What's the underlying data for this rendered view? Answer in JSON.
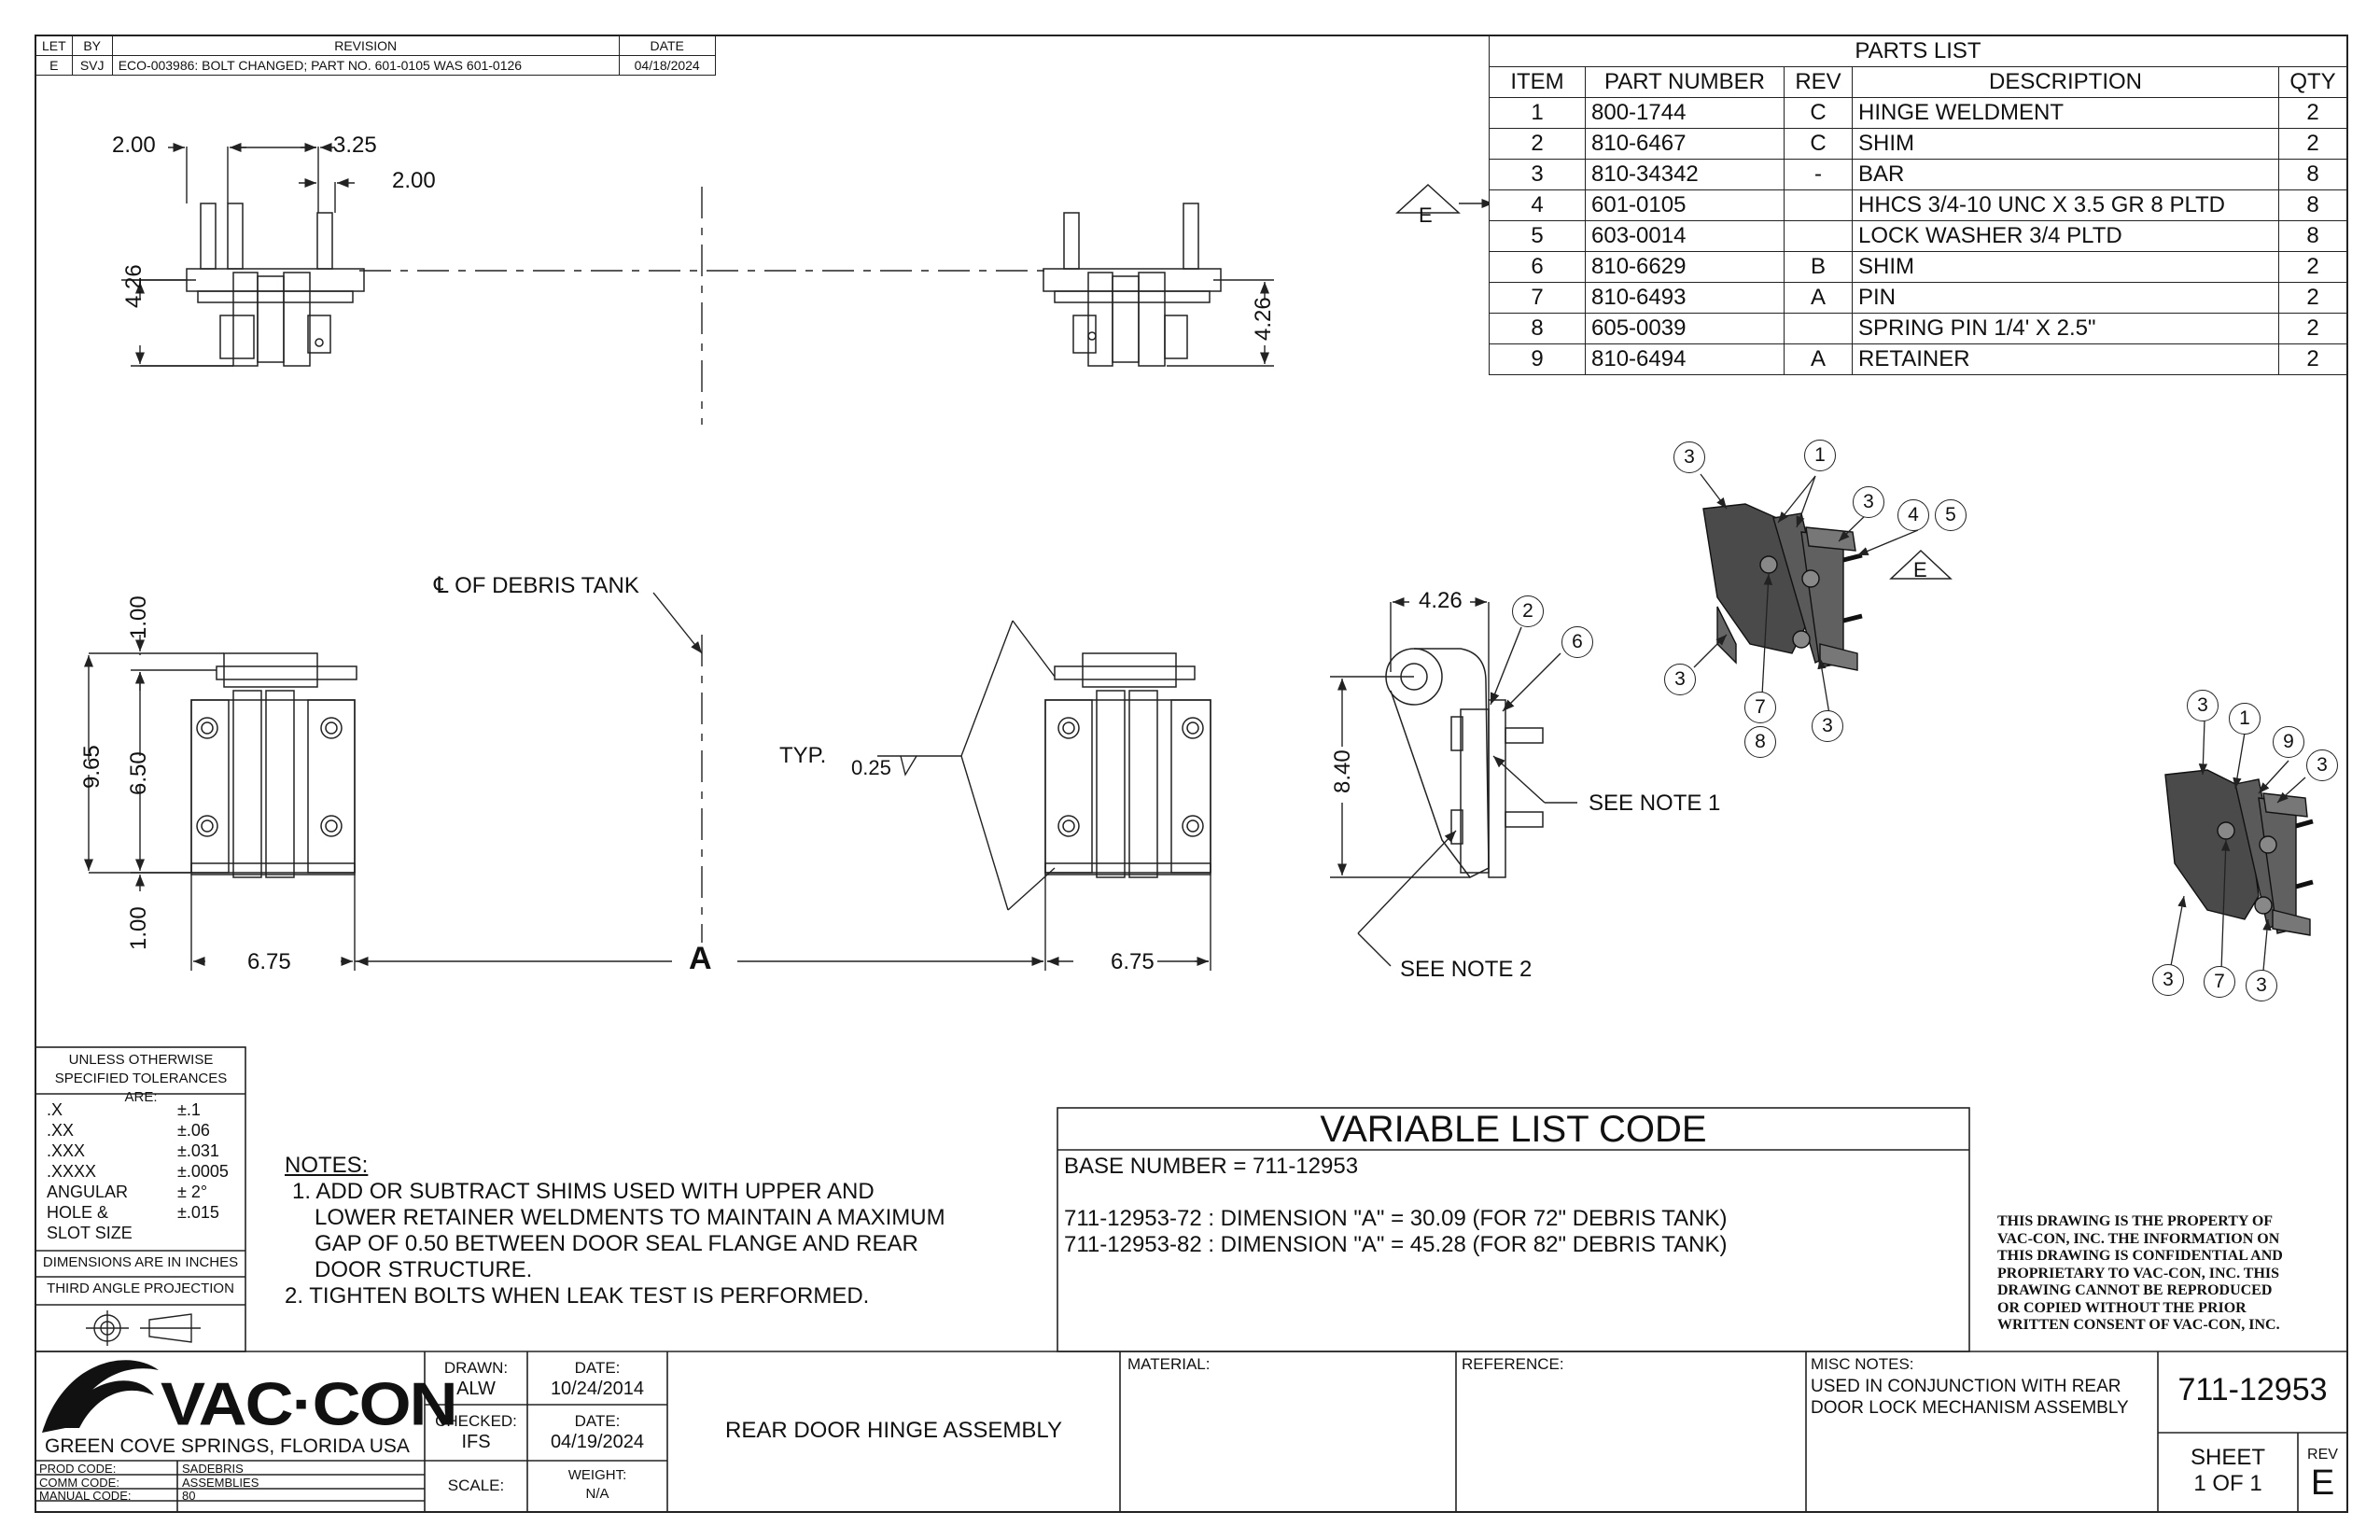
{
  "revision_block": {
    "headers": [
      "LET",
      "BY",
      "REVISION",
      "DATE"
    ],
    "rows": [
      [
        "E",
        "SVJ",
        "ECO-003986: BOLT CHANGED; PART NO. 601-0105 WAS 601-0126",
        "04/18/2024"
      ]
    ]
  },
  "parts_list": {
    "title": "PARTS LIST",
    "headers": [
      "ITEM",
      "PART NUMBER",
      "REV",
      "DESCRIPTION",
      "QTY"
    ],
    "rows": [
      [
        "1",
        "800-1744",
        "C",
        "HINGE WELDMENT",
        "2"
      ],
      [
        "2",
        "810-6467",
        "C",
        "SHIM",
        "2"
      ],
      [
        "3",
        "810-34342",
        "-",
        "BAR",
        "8"
      ],
      [
        "4",
        "601-0105",
        "",
        "HHCS 3/4-10 UNC X 3.5 GR 8 PLTD",
        "8"
      ],
      [
        "5",
        "603-0014",
        "",
        "LOCK WASHER 3/4 PLTD",
        "8"
      ],
      [
        "6",
        "810-6629",
        "B",
        "SHIM",
        "2"
      ],
      [
        "7",
        "810-6493",
        "A",
        "PIN",
        "2"
      ],
      [
        "8",
        "605-0039",
        "",
        "SPRING PIN 1/4' X 2.5\"",
        "2"
      ],
      [
        "9",
        "810-6494",
        "A",
        "RETAINER",
        "2"
      ]
    ]
  },
  "revision_flag": "E",
  "dimensions": {
    "top_2_00_left": "2.00",
    "top_3_25": "3.25",
    "top_2_00_right": "2.00",
    "height_left": "4.26",
    "height_right": "4.26",
    "front_1_00_top": "1.00",
    "front_9_65": "9.65",
    "front_6_50": "6.50",
    "front_1_00_bottom": "1.00",
    "width_left": "6.75",
    "width_right": "6.75",
    "dim_A": "A",
    "side_4_26": "4.26",
    "side_8_40": "8.40"
  },
  "labels": {
    "centerline": "℄ OF DEBRIS TANK",
    "typ": "TYP.",
    "weld": "0.25",
    "see_note_1": "SEE NOTE 1",
    "see_note_2": "SEE NOTE 2"
  },
  "balloons": {
    "side": [
      "2",
      "6"
    ],
    "iso_a": [
      "3",
      "1",
      "3",
      "4",
      "5",
      "3",
      "7",
      "8",
      "3"
    ],
    "iso_b": [
      "3",
      "1",
      "9",
      "3",
      "3",
      "7",
      "3"
    ]
  },
  "tolerances": {
    "title": "UNLESS OTHERWISE SPECIFIED TOLERANCES ARE:",
    "rows": [
      [
        ".X",
        "±.1"
      ],
      [
        ".XX",
        "±.06"
      ],
      [
        ".XXX",
        "±.031"
      ],
      [
        ".XXXX",
        "±.0005"
      ],
      [
        "ANGULAR",
        "± 2°"
      ],
      [
        "HOLE &",
        "±.015"
      ],
      [
        "SLOT SIZE",
        ""
      ]
    ],
    "units": "DIMENSIONS ARE IN INCHES",
    "projection": "THIRD ANGLE PROJECTION"
  },
  "notes": {
    "title": "NOTES:",
    "items": [
      "1. ADD OR SUBTRACT SHIMS USED WITH UPPER AND",
      "LOWER RETAINER WELDMENTS TO MAINTAIN A MAXIMUM",
      "GAP OF 0.50 BETWEEN DOOR SEAL FLANGE AND REAR",
      "DOOR STRUCTURE.",
      "2.   TIGHTEN BOLTS WHEN LEAK TEST IS PERFORMED."
    ]
  },
  "variable_list": {
    "title": "VARIABLE LIST CODE",
    "base": "BASE NUMBER =  711-12953",
    "lines": [
      "711-12953-72 : DIMENSION \"A\" = 30.09 (FOR 72\" DEBRIS TANK)",
      "711-12953-82 : DIMENSION \"A\" = 45.28 (FOR 82\" DEBRIS TANK)"
    ]
  },
  "proprietary": [
    "THIS DRAWING IS THE PROPERTY OF",
    "VAC-CON, INC.  THE INFORMATION ON",
    "THIS DRAWING IS CONFIDENTIAL AND",
    "PROPRIETARY TO VAC-CON, INC.  THIS",
    "DRAWING CANNOT BE REPRODUCED",
    "OR COPIED WITHOUT THE PRIOR",
    "WRITTEN CONSENT OF VAC-CON, INC."
  ],
  "title_block": {
    "company": "VAC·CON",
    "location": "GREEN COVE SPRINGS, FLORIDA USA",
    "prod_code_label": "PROD CODE:",
    "prod_code": "SADEBRIS",
    "comm_code_label": "COMM CODE:",
    "comm_code": "ASSEMBLIES",
    "manual_code_label": "MANUAL CODE:",
    "manual_code": "80",
    "drawn_label": "DRAWN:",
    "drawn": "ALW",
    "drawn_date_label": "DATE:",
    "drawn_date": "10/24/2014",
    "checked_label": "CHECKED:",
    "checked": "IFS",
    "checked_date_label": "DATE:",
    "checked_date": "04/19/2024",
    "scale_label": "SCALE:",
    "weight_label": "WEIGHT:",
    "weight": "N/A",
    "title": "REAR DOOR HINGE ASSEMBLY",
    "material_label": "MATERIAL:",
    "reference_label": "REFERENCE:",
    "misc_label": "MISC NOTES:",
    "misc": [
      "USED IN CONJUNCTION WITH REAR",
      "DOOR LOCK MECHANISM ASSEMBLY"
    ],
    "drawing_number": "711-12953",
    "sheet_label": "SHEET",
    "sheet": "1  OF 1",
    "rev_label": "REV",
    "rev": "E"
  },
  "colors": {
    "line": "#222222",
    "part_fill": "#555555",
    "part_dark": "#3a3a3a"
  }
}
